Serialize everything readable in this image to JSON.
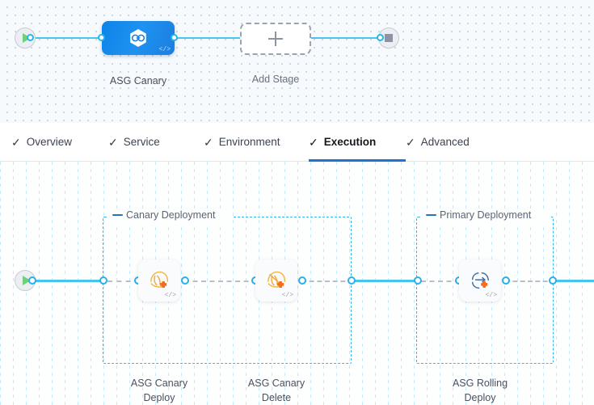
{
  "colors": {
    "accent_blue": "#1b74cf",
    "connector_cyan": "#4ac3ef",
    "node_dot_ring": "#2ab0e8",
    "group_border": "#36b7ec",
    "stage_tile_blue": "#1f92f0",
    "aws_orange": "#f58536",
    "aws_yellow": "#f2a93b",
    "play_green": "#6fcf7a",
    "stop_gray": "#8d93a3",
    "canvas_top_bg": "#f6fafd",
    "canvas_bottom_bg": "#fdfefe"
  },
  "stage_strip": {
    "start_node": {
      "icon": "play-icon",
      "name": "pipeline-start"
    },
    "end_node": {
      "icon": "stop-icon",
      "name": "pipeline-end"
    },
    "stages": [
      {
        "label": "ASG Canary",
        "icon": "harness-hexagon-icon",
        "badge": "</>",
        "selected": true
      },
      {
        "label": "Add Stage",
        "icon": "plus-icon",
        "add": true
      }
    ]
  },
  "tabs": [
    {
      "label": "Overview",
      "check": "✓",
      "active": false
    },
    {
      "label": "Service",
      "check": "✓",
      "active": false
    },
    {
      "label": "Environment",
      "check": "✓",
      "active": false
    },
    {
      "label": "Execution",
      "check": "✓",
      "active": true
    },
    {
      "label": "Advanced",
      "check": "✓",
      "active": false
    }
  ],
  "execution": {
    "start_node": {
      "icon": "play-icon",
      "name": "execution-start"
    },
    "groups": [
      {
        "title": "Canary Deployment",
        "steps": [
          {
            "label_line1": "ASG Canary",
            "label_line2": "Deploy",
            "icon": "asg-canary-deploy-icon",
            "badge": "</>"
          },
          {
            "label_line1": "ASG Canary",
            "label_line2": "Delete",
            "icon": "asg-canary-delete-icon",
            "badge": "</>"
          }
        ]
      },
      {
        "title": "Primary Deployment",
        "steps": [
          {
            "label_line1": "ASG Rolling",
            "label_line2": "Deploy",
            "icon": "asg-rolling-deploy-icon",
            "badge": "</>"
          }
        ]
      }
    ]
  }
}
